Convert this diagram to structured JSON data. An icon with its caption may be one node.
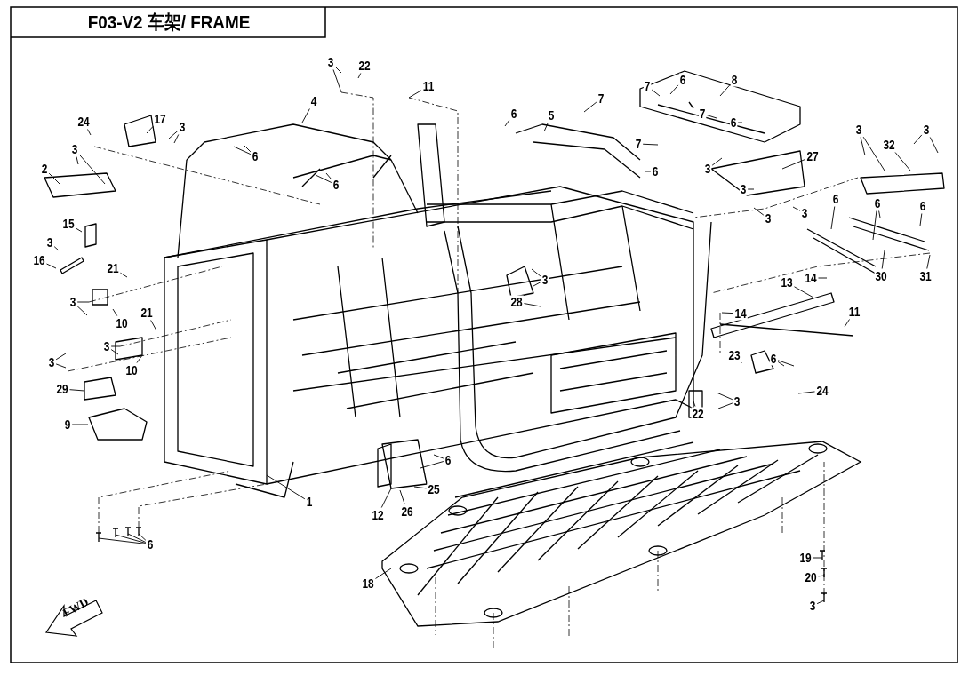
{
  "diagram": {
    "title": "F03-V2 车架/ FRAME",
    "nodes": [
      {
        "text": [
          "3"
        ]
      },
      {
        "text": [
          "22"
        ]
      },
      {
        "text": [
          "11"
        ]
      },
      {
        "text": [
          "4"
        ]
      },
      {
        "text": [
          "24"
        ]
      },
      {
        "text": [
          "17"
        ]
      },
      {
        "text": [
          "3"
        ]
      },
      {
        "text": [
          "3"
        ]
      },
      {
        "text": [
          "6"
        ]
      },
      {
        "text": [
          "2"
        ]
      },
      {
        "text": [
          "6"
        ]
      },
      {
        "text": [
          "6"
        ]
      },
      {
        "text": [
          "5"
        ]
      },
      {
        "text": [
          "7"
        ]
      },
      {
        "text": [
          "7"
        ]
      },
      {
        "text": [
          "6"
        ]
      },
      {
        "text": [
          "8"
        ]
      },
      {
        "text": [
          "7"
        ]
      },
      {
        "text": [
          "6"
        ]
      },
      {
        "text": [
          "7"
        ]
      },
      {
        "text": [
          "6"
        ]
      },
      {
        "text": [
          "3"
        ]
      },
      {
        "text": [
          "27"
        ]
      },
      {
        "text": [
          "3"
        ]
      },
      {
        "text": [
          "32"
        ]
      },
      {
        "text": [
          "3"
        ]
      },
      {
        "text": [
          "3"
        ]
      },
      {
        "text": [
          "3"
        ]
      },
      {
        "text": [
          "3"
        ]
      },
      {
        "text": [
          "6"
        ]
      },
      {
        "text": [
          "6"
        ]
      },
      {
        "text": [
          "6"
        ]
      },
      {
        "text": [
          "30"
        ]
      },
      {
        "text": [
          "31"
        ]
      },
      {
        "text": [
          "15"
        ]
      },
      {
        "text": [
          "3"
        ]
      },
      {
        "text": [
          "16"
        ]
      },
      {
        "text": [
          "21"
        ]
      },
      {
        "text": [
          "3"
        ]
      },
      {
        "text": [
          "10"
        ]
      },
      {
        "text": [
          "21"
        ]
      },
      {
        "text": [
          "3"
        ]
      },
      {
        "text": [
          "10"
        ]
      },
      {
        "text": [
          "3"
        ]
      },
      {
        "text": [
          "29"
        ]
      },
      {
        "text": [
          "9"
        ]
      },
      {
        "text": [
          "1"
        ]
      },
      {
        "text": [
          "6"
        ]
      },
      {
        "text": [
          "14"
        ]
      },
      {
        "text": [
          "13"
        ]
      },
      {
        "text": [
          "14"
        ]
      },
      {
        "text": [
          "11"
        ]
      },
      {
        "text": [
          "3"
        ]
      },
      {
        "text": [
          "28"
        ]
      },
      {
        "text": [
          "23"
        ]
      },
      {
        "text": [
          "6"
        ]
      },
      {
        "text": [
          "24"
        ]
      },
      {
        "text": [
          "22"
        ]
      },
      {
        "text": [
          "3"
        ]
      },
      {
        "text": [
          "6"
        ]
      },
      {
        "text": [
          "25"
        ]
      },
      {
        "text": [
          "26"
        ]
      },
      {
        "text": [
          "12"
        ]
      },
      {
        "text": [
          "18"
        ]
      },
      {
        "text": [
          "19"
        ]
      },
      {
        "text": [
          "20"
        ]
      },
      {
        "text": [
          "3"
        ]
      }
    ],
    "edges": [
      {
        "from": 0,
        "to": null,
        "arrow": "none"
      },
      {
        "from": 0,
        "to": null,
        "arrow": "none"
      },
      {
        "from": 1,
        "to": null,
        "arrow": "none"
      },
      {
        "from": 2,
        "to": null,
        "arrow": "none"
      },
      {
        "from": 3,
        "to": null,
        "arrow": "none"
      },
      {
        "from": 4,
        "to": null,
        "arrow": "none"
      },
      {
        "from": 5,
        "to": null,
        "arrow": "none"
      },
      {
        "from": 6,
        "to": null,
        "arrow": "none"
      },
      {
        "from": 6,
        "to": null,
        "arrow": "none"
      },
      {
        "from": 7,
        "to": null,
        "arrow": "none"
      },
      {
        "from": 7,
        "to": null,
        "arrow": "none"
      },
      {
        "from": 8,
        "to": null,
        "arrow": "none"
      },
      {
        "from": 8,
        "to": null,
        "arrow": "none"
      },
      {
        "from": 9,
        "to": null,
        "arrow": "none"
      },
      {
        "from": 10,
        "to": null,
        "arrow": "none"
      },
      {
        "from": 10,
        "to": null,
        "arrow": "none"
      },
      {
        "from": 11,
        "to": null,
        "arrow": "none"
      },
      {
        "from": 12,
        "to": null,
        "arrow": "none"
      },
      {
        "from": 13,
        "to": null,
        "arrow": "none"
      },
      {
        "from": 14,
        "to": null,
        "arrow": "none"
      },
      {
        "from": 15,
        "to": null,
        "arrow": "none"
      },
      {
        "from": 16,
        "to": null,
        "arrow": "none"
      },
      {
        "from": 17,
        "to": null,
        "arrow": "none"
      },
      {
        "from": 18,
        "to": null,
        "arrow": "none"
      },
      {
        "from": 19,
        "to": null,
        "arrow": "none"
      },
      {
        "from": 20,
        "to": null,
        "arrow": "none"
      },
      {
        "from": 21,
        "to": null,
        "arrow": "none"
      },
      {
        "from": 22,
        "to": null,
        "arrow": "none"
      },
      {
        "from": 23,
        "to": null,
        "arrow": "none"
      },
      {
        "from": 23,
        "to": null,
        "arrow": "none"
      },
      {
        "from": 24,
        "to": null,
        "arrow": "none"
      },
      {
        "from": 25,
        "to": null,
        "arrow": "none"
      },
      {
        "from": 25,
        "to": null,
        "arrow": "none"
      },
      {
        "from": 26,
        "to": null,
        "arrow": "none"
      },
      {
        "from": 27,
        "to": null,
        "arrow": "none"
      },
      {
        "from": 28,
        "to": null,
        "arrow": "none"
      },
      {
        "from": 29,
        "to": null,
        "arrow": "none"
      },
      {
        "from": 30,
        "to": null,
        "arrow": "none"
      },
      {
        "from": 30,
        "to": null,
        "arrow": "none"
      },
      {
        "from": 31,
        "to": null,
        "arrow": "none"
      },
      {
        "from": 32,
        "to": null,
        "arrow": "none"
      },
      {
        "from": 33,
        "to": null,
        "arrow": "none"
      },
      {
        "from": 34,
        "to": null,
        "arrow": "none"
      },
      {
        "from": 35,
        "to": null,
        "arrow": "none"
      },
      {
        "from": 36,
        "to": null,
        "arrow": "none"
      },
      {
        "from": 37,
        "to": null,
        "arrow": "none"
      },
      {
        "from": 38,
        "to": null,
        "arrow": "none"
      },
      {
        "from": 38,
        "to": null,
        "arrow": "none"
      },
      {
        "from": 39,
        "to": null,
        "arrow": "none"
      },
      {
        "from": 40,
        "to": null,
        "arrow": "none"
      },
      {
        "from": 41,
        "to": null,
        "arrow": "none"
      },
      {
        "from": 41,
        "to": null,
        "arrow": "none"
      },
      {
        "from": 42,
        "to": null,
        "arrow": "none"
      },
      {
        "from": 43,
        "to": null,
        "arrow": "none"
      },
      {
        "from": 43,
        "to": null,
        "arrow": "none"
      },
      {
        "from": 44,
        "to": null,
        "arrow": "none"
      },
      {
        "from": 45,
        "to": null,
        "arrow": "none"
      },
      {
        "from": 46,
        "to": null,
        "arrow": "none"
      },
      {
        "from": 47,
        "to": null,
        "arrow": "none"
      },
      {
        "from": 47,
        "to": null,
        "arrow": "none"
      },
      {
        "from": 47,
        "to": null,
        "arrow": "none"
      },
      {
        "from": 47,
        "to": null,
        "arrow": "none"
      },
      {
        "from": 48,
        "to": null,
        "arrow": "none"
      },
      {
        "from": 49,
        "to": null,
        "arrow": "none"
      },
      {
        "from": 50,
        "to": null,
        "arrow": "none"
      },
      {
        "from": 51,
        "to": null,
        "arrow": "none"
      },
      {
        "from": 52,
        "to": null,
        "arrow": "none"
      },
      {
        "from": 52,
        "to": null,
        "arrow": "none"
      },
      {
        "from": 53,
        "to": null,
        "arrow": "none"
      },
      {
        "from": 54,
        "to": null,
        "arrow": "none"
      },
      {
        "from": 55,
        "to": null,
        "arrow": "none"
      },
      {
        "from": 55,
        "to": null,
        "arrow": "none"
      },
      {
        "from": 56,
        "to": null,
        "arrow": "none"
      },
      {
        "from": 57,
        "to": null,
        "arrow": "none"
      },
      {
        "from": 58,
        "to": null,
        "arrow": "none"
      },
      {
        "from": 58,
        "to": null,
        "arrow": "none"
      },
      {
        "from": 59,
        "to": null,
        "arrow": "none"
      },
      {
        "from": 59,
        "to": null,
        "arrow": "none"
      },
      {
        "from": 60,
        "to": null,
        "arrow": "none"
      },
      {
        "from": 61,
        "to": null,
        "arrow": "none"
      },
      {
        "from": 62,
        "to": null,
        "arrow": "none"
      },
      {
        "from": 63,
        "to": null,
        "arrow": "none"
      },
      {
        "from": 64,
        "to": null,
        "arrow": "none"
      },
      {
        "from": 65,
        "to": null,
        "arrow": "none"
      },
      {
        "from": 66,
        "to": null,
        "arrow": "none"
      }
    ],
    "labels": [
      "FWD"
    ]
  }
}
